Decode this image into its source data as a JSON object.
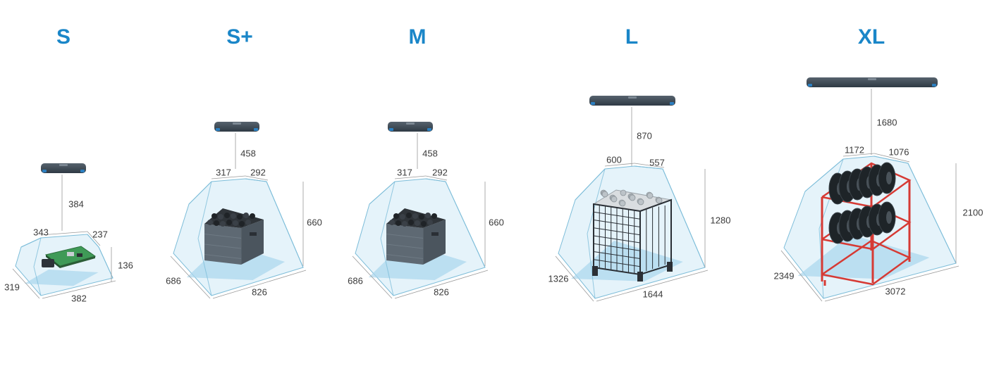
{
  "colors": {
    "title": "#1a86c8",
    "volume_fill": "#cfe9f5",
    "volume_stroke": "#7dbdd9",
    "footprint": "#a9d6ec",
    "sensor": "#2f3a44",
    "sensor_lens": "#2c7fc0",
    "dimension_line": "#9a9a9a",
    "crate": "#5e6973",
    "cage": "#2a2f35",
    "rack": "#d63a34",
    "tire": "#1e2428",
    "pcb": "#3f9a57"
  },
  "sizes": [
    {
      "label": "S",
      "object_icon": "circuit-board-icon",
      "height": "384",
      "top_left": "343",
      "top_right": "237",
      "front_height": "136",
      "base_left": "319",
      "base_front": "382"
    },
    {
      "label": "S+",
      "object_icon": "crate-with-parts-icon",
      "height": "458",
      "top_left": "317",
      "top_right": "292",
      "front_height": "660",
      "base_left": "686",
      "base_front": "826"
    },
    {
      "label": "M",
      "object_icon": "crate-with-parts-icon",
      "height": "458",
      "top_left": "317",
      "top_right": "292",
      "front_height": "660",
      "base_left": "686",
      "base_front": "826"
    },
    {
      "label": "L",
      "object_icon": "mesh-cage-icon",
      "height": "870",
      "top_left": "600",
      "top_right": "557",
      "front_height": "1280",
      "base_left": "1326",
      "base_front": "1644"
    },
    {
      "label": "XL",
      "object_icon": "tire-rack-icon",
      "height": "1680",
      "top_left": "1172",
      "top_right": "1076",
      "front_height": "2100",
      "base_left": "2349",
      "base_front": "3072"
    }
  ]
}
